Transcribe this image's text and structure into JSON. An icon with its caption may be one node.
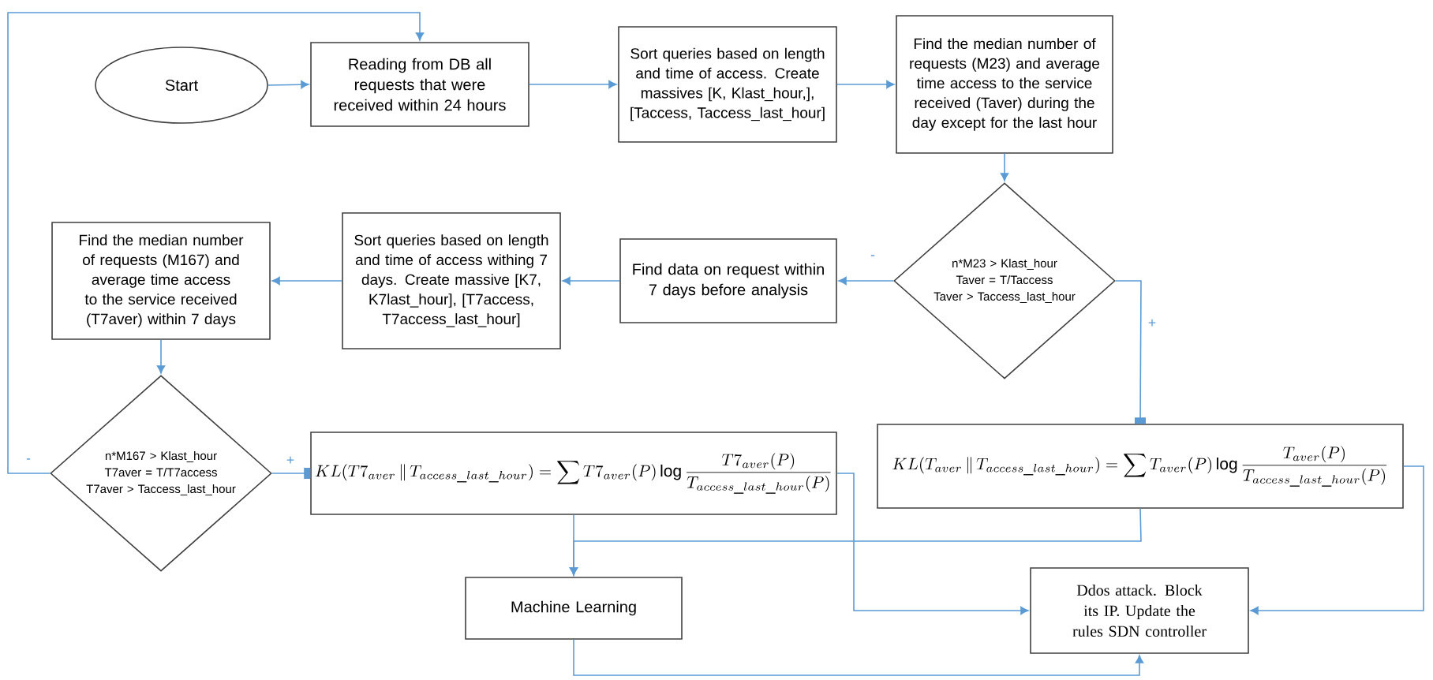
{
  "diagram": {
    "nodes": [
      {
        "text": [
          "Start"
        ]
      },
      {
        "text": [
          "Reading from DB all requests that were received within 24 hours"
        ]
      },
      {
        "text": [
          "Sort queries based on length and time of access. Create massives [K, Klast_hour,], [Taccess, Taccess_last_hour]"
        ]
      },
      {
        "text": [
          "Find the median number of requests (M23) and average time access to the service received (Taver) during the day except for the last hour"
        ]
      },
      {
        "text": [
          "n*M23 > Klast_hour",
          "Taver = T/Taccess",
          "Taver > Taccess_last_hour"
        ]
      },
      {
        "text": [
          "Find data on request within 7 days before analysis"
        ]
      },
      {
        "text": [
          "Sort queries based on length and time of access withing 7 days. Create massive [K7, K7last_hour], [T7access, T7access_last_hour]"
        ]
      },
      {
        "text": [
          "Find the median number of requests (M167) and average time access to the service received (T7aver) within 7 days"
        ]
      },
      {
        "text": [
          "n*M167 > Klast_hour",
          "T7aver = T/T7access",
          "T7aver > Taccess_last_hour"
        ]
      },
      {
        "text": [
          "KL(T7_{aver} \\,\\|\\, T_{access\\_last\\_hour}) = \\sum T7_{aver}(P)\\log\\frac{T7_{aver}(P)}{T_{access\\_last\\_hour}(P)}"
        ]
      },
      {
        "text": [
          "KL(T_{aver} \\,\\|\\, T_{access\\_last\\_hour}) = \\sum T_{aver}(P)\\log\\frac{T_{aver}(P)}{T_{access\\_last\\_hour}(P)}"
        ]
      },
      {
        "text": [
          "Machine Learning"
        ]
      },
      {
        "text": [
          "Ddos attack. Block its IP. Update the rules SDN controller"
        ]
      }
    ],
    "edges": [
      {
        "from": 0,
        "to": 1,
        "arrow": "to"
      },
      {
        "from": 1,
        "to": 2,
        "arrow": "to"
      },
      {
        "from": 2,
        "to": 3,
        "arrow": "to"
      },
      {
        "from": 3,
        "to": 4,
        "arrow": "to"
      },
      {
        "from": 4,
        "to": 5,
        "arrow": "to",
        "label": "-"
      },
      {
        "from": 4,
        "to": 10,
        "arrow": "other",
        "label": "+"
      },
      {
        "from": 5,
        "to": 6,
        "arrow": "to"
      },
      {
        "from": 6,
        "to": 7,
        "arrow": "to"
      },
      {
        "from": 7,
        "to": 8,
        "arrow": "to"
      },
      {
        "from": 8,
        "to": 9,
        "arrow": "other",
        "label": "+"
      },
      {
        "from": 8,
        "to": 1,
        "arrow": "to",
        "label": "-"
      },
      {
        "from": 9,
        "to": 11,
        "arrow": "to"
      },
      {
        "from": 10,
        "to": 11,
        "arrow": "to"
      },
      {
        "from": 9,
        "to": 12,
        "arrow": "to"
      },
      {
        "from": 10,
        "to": 12,
        "arrow": "to"
      },
      {
        "from": 11,
        "to": 12,
        "arrow": "to"
      }
    ]
  }
}
